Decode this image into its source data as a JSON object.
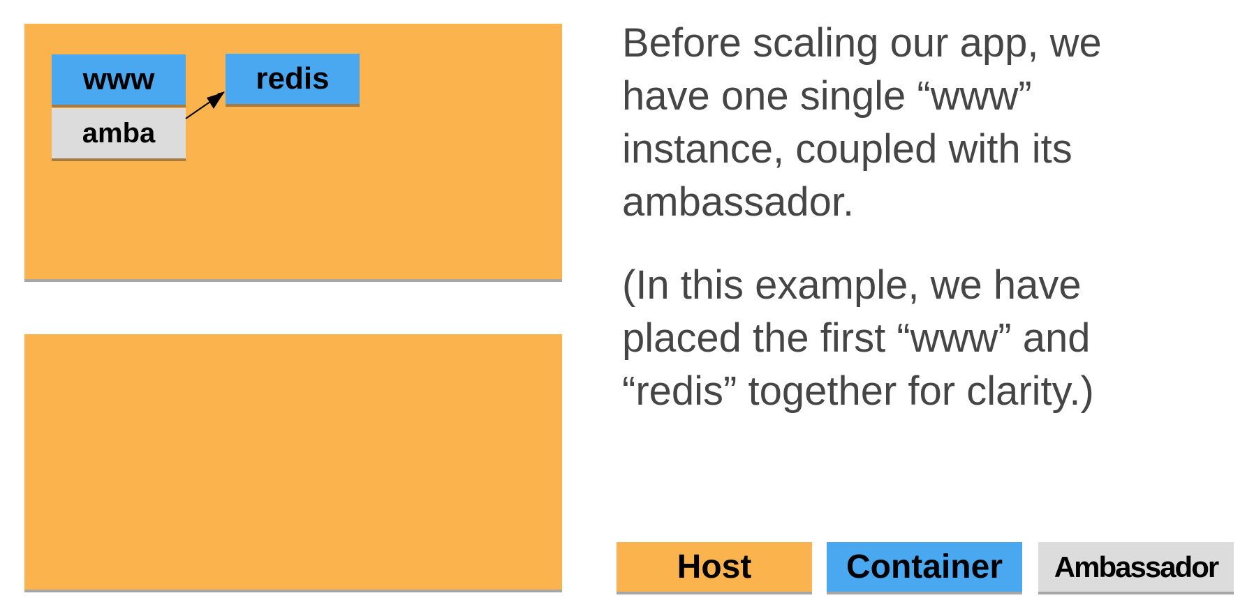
{
  "diagram": {
    "hosts": [
      {
        "id": "host-1",
        "containers": [
          {
            "label": "www",
            "type": "container"
          },
          {
            "label": "amba",
            "type": "ambassador"
          },
          {
            "label": "redis",
            "type": "container"
          }
        ],
        "links": [
          {
            "from": "amba",
            "to": "redis"
          }
        ]
      },
      {
        "id": "host-2",
        "containers": []
      }
    ],
    "colors": {
      "host": "#fbb44d",
      "container": "#4aa8f0",
      "ambassador": "#dcdcdc",
      "text": "#454545"
    }
  },
  "explanation": {
    "paragraph_1": "Before scaling our app, we have one single “www” instance, coupled with its ambassador.",
    "paragraph_2": "(In this example, we have placed the first “www” and “redis” together for clarity.)"
  },
  "legend": {
    "host": "Host",
    "container": "Container",
    "ambassador": "Ambassador"
  }
}
